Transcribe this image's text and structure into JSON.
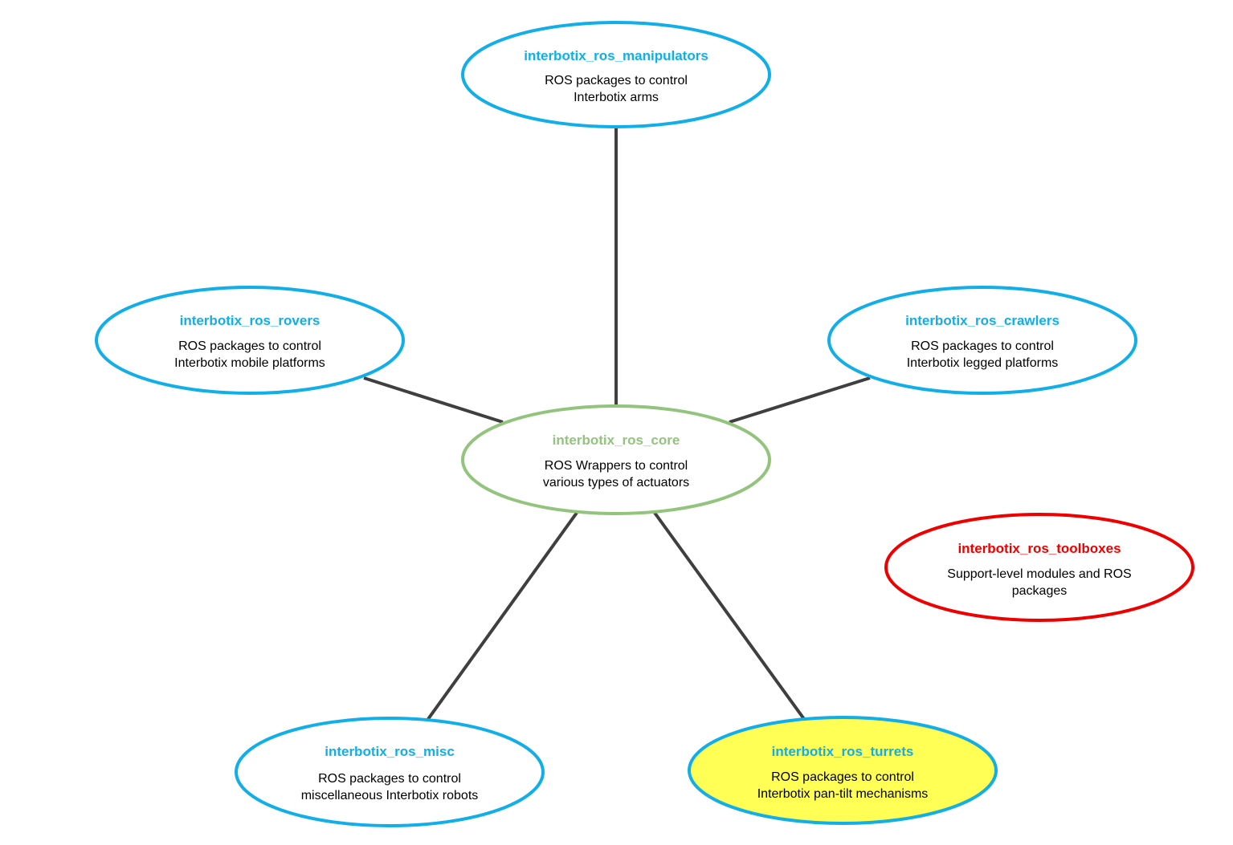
{
  "colors": {
    "blue": "#11aee8",
    "green": "#93c47d",
    "red": "#ee0000",
    "yellow_fill": "#ffff55",
    "edge": "#3f3f3f",
    "white": "#ffffff",
    "text": "#000000"
  },
  "nodes": {
    "manipulators": {
      "title": "interbotix_ros_manipulators",
      "line1": "ROS packages to control",
      "line2": "Interbotix arms"
    },
    "rovers": {
      "title": "interbotix_ros_rovers",
      "line1": "ROS packages to control",
      "line2": "Interbotix mobile platforms"
    },
    "crawlers": {
      "title": "interbotix_ros_crawlers",
      "line1": "ROS packages to control",
      "line2": "Interbotix legged platforms"
    },
    "core": {
      "title": "interbotix_ros_core",
      "line1": "ROS Wrappers to control",
      "line2": "various types of actuators"
    },
    "toolboxes": {
      "title": "interbotix_ros_toolboxes",
      "line1": "Support-level modules and ROS",
      "line2": "packages"
    },
    "misc": {
      "title": "interbotix_ros_misc",
      "line1": "ROS packages to control",
      "line2": "miscellaneous Interbotix robots"
    },
    "turrets": {
      "title": "interbotix_ros_turrets",
      "line1": "ROS packages to control",
      "line2": "Interbotix pan-tilt mechanisms"
    }
  },
  "edges": [
    {
      "from": "core",
      "to": "manipulators"
    },
    {
      "from": "core",
      "to": "rovers"
    },
    {
      "from": "core",
      "to": "crawlers"
    },
    {
      "from": "core",
      "to": "misc"
    },
    {
      "from": "core",
      "to": "turrets"
    }
  ]
}
